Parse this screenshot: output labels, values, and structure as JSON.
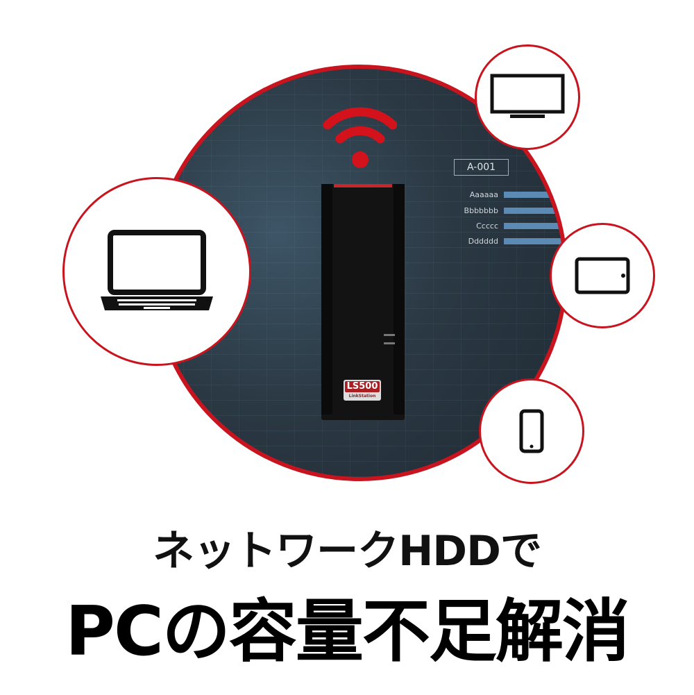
{
  "device": {
    "model": "LS500",
    "brand": "LinkStation"
  },
  "background_chart": {
    "box_label": "A-001",
    "rows": [
      "Aaaaaa",
      "Bbbbbbb",
      "Ccccc",
      "Dddddd"
    ]
  },
  "icons": [
    "wifi-icon",
    "laptop-icon",
    "tv-icon",
    "tablet-icon",
    "smartphone-icon"
  ],
  "colors": {
    "accent": "#c8141e",
    "text": "#000000"
  },
  "headline": {
    "line1": "ネットワークHDDで",
    "line2": "PCの容量不足解消"
  }
}
